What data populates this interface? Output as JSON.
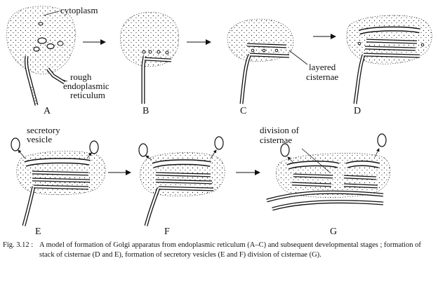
{
  "labels": {
    "cytoplasm": "cytoplasm",
    "rer_1": "rough",
    "rer_2": "endoplasmic",
    "rer_3": "reticulum",
    "layered_1": "layered",
    "layered_2": "cisternae",
    "secretory_1": "secretory",
    "secretory_2": "vesicle",
    "division_1": "division of",
    "division_2": "cisternae"
  },
  "stages": [
    "A",
    "B",
    "C",
    "D",
    "E",
    "F",
    "G"
  ],
  "caption": {
    "number": "Fig. 3.12 :",
    "text": "A model of formation of Golgi apparatus from endoplasmic reticulum (A–C) and subsequent developmental stages ; formation of stack of cisternae (D and E), formation of secretory vesicles (E and F) division of cisternae (G)."
  }
}
